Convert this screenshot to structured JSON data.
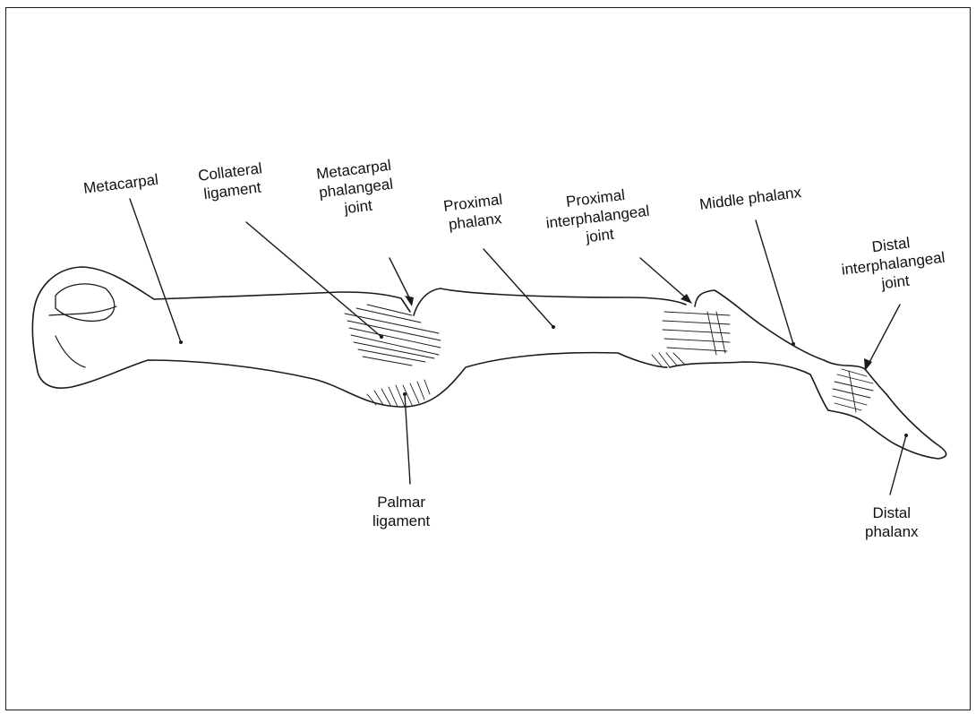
{
  "labels": {
    "metacarpal": [
      "Metacarpal"
    ],
    "collateral_ligament": [
      "Collateral",
      "ligament"
    ],
    "mcp_joint": [
      "Metacarpal",
      "phalangeal",
      "joint"
    ],
    "proximal_phalanx": [
      "Proximal",
      "phalanx"
    ],
    "pip_joint": [
      "Proximal",
      "interphalangeal",
      "joint"
    ],
    "middle_phalanx": [
      "Middle phalanx"
    ],
    "dip_joint": [
      "Distal",
      "interphalangeal",
      "joint"
    ],
    "palmar_ligament": [
      "Palmar",
      "ligament"
    ],
    "distal_phalanx": [
      "Distal",
      "phalanx"
    ]
  },
  "colors": {
    "ink": "#111111",
    "frame": "#1a1a1a",
    "background": "#ffffff"
  }
}
